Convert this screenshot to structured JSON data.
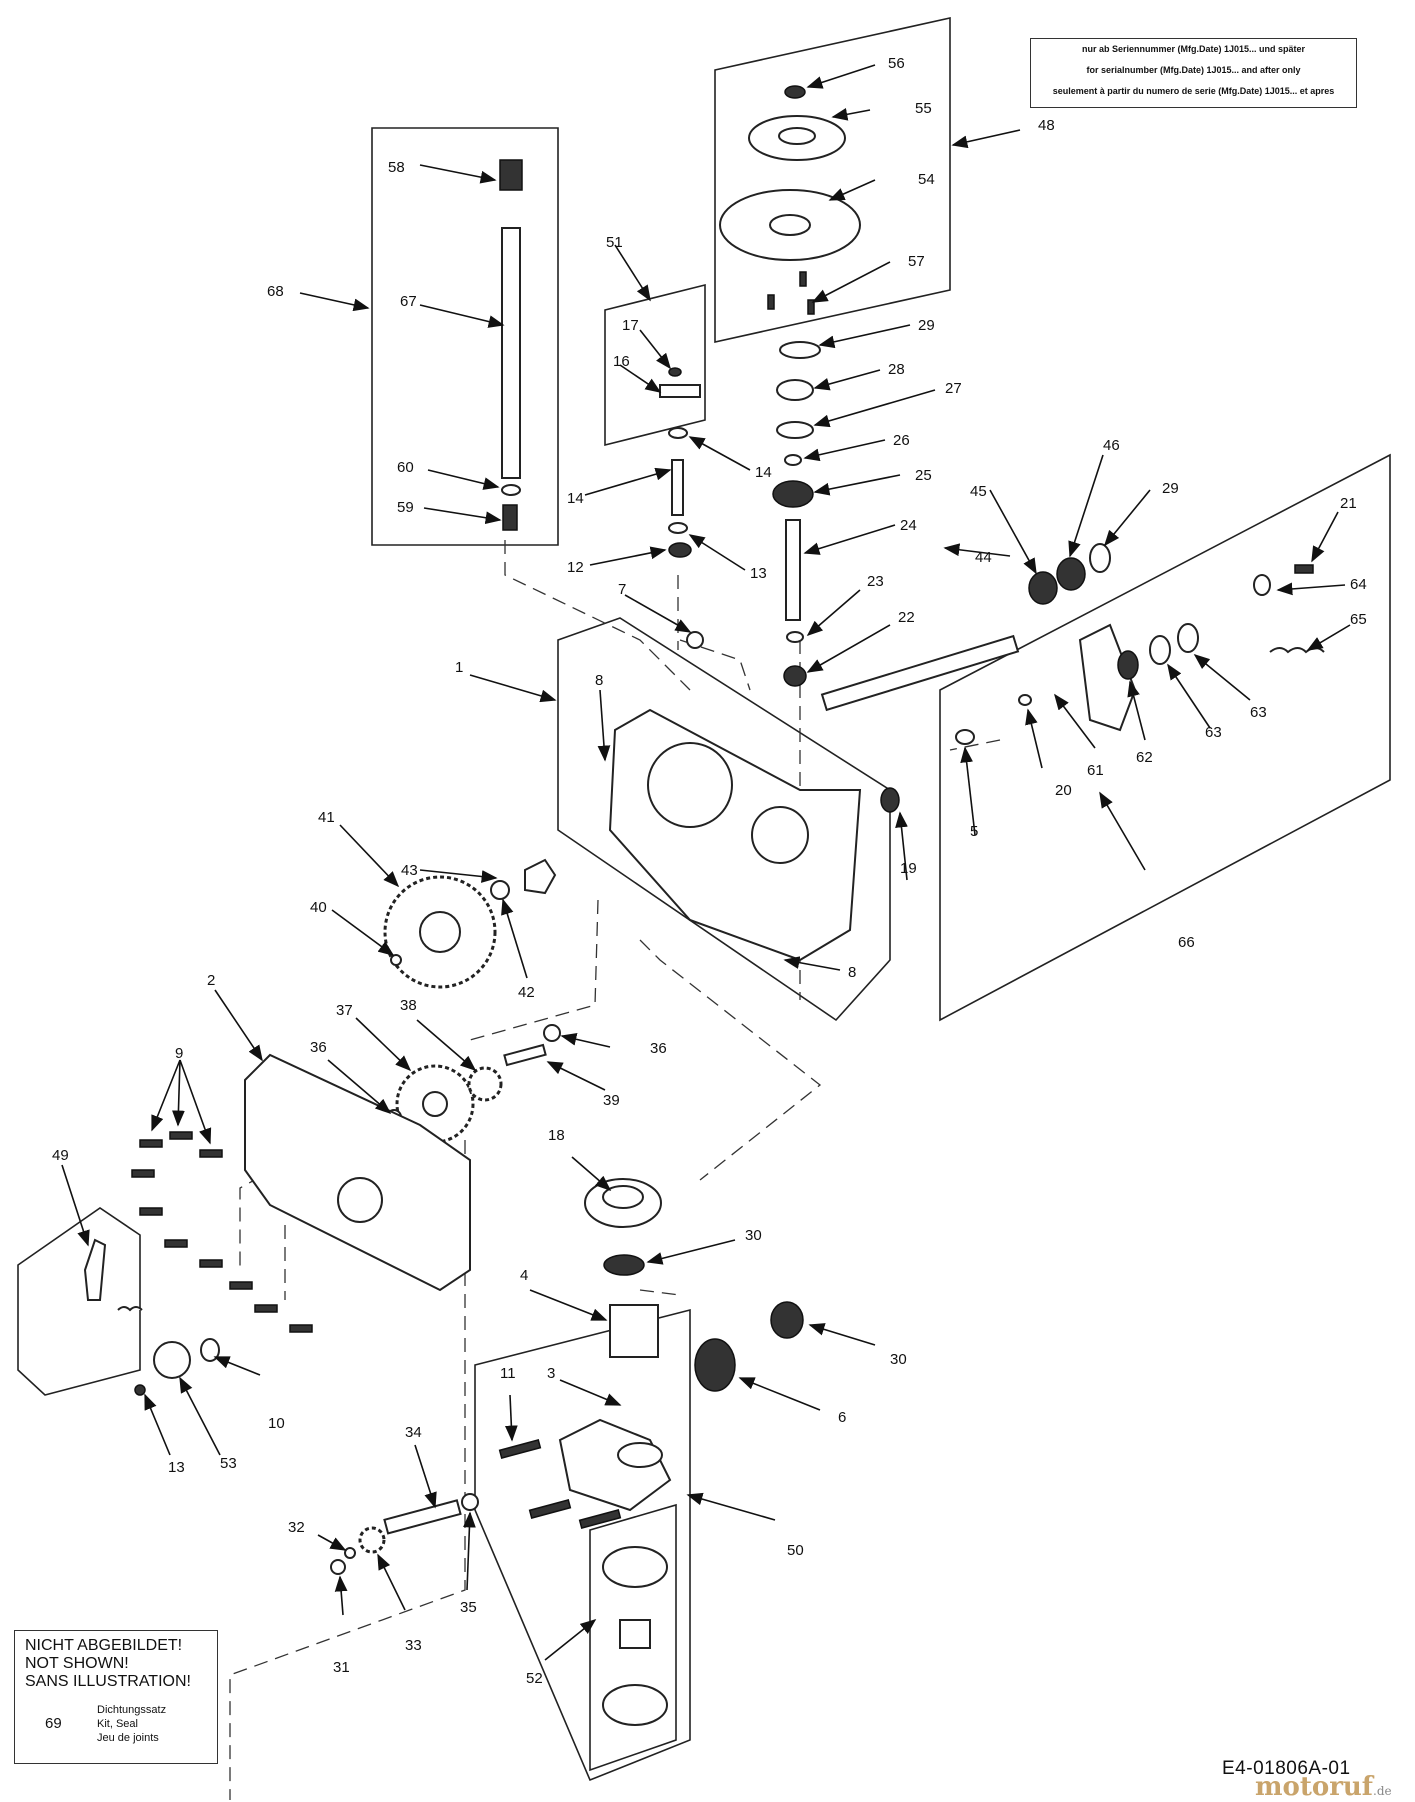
{
  "notice": {
    "line_de": "nur ab Seriennummer (Mfg.Date) 1J015... und später",
    "line_en": "for serialnumber (Mfg.Date) 1J015... and after only",
    "line_fr": "seulement à partir du numero de serie (Mfg.Date) 1J015... et apres"
  },
  "not_shown": {
    "line1": "NICHT ABGEBILDET!",
    "line2": "NOT SHOWN!",
    "line3": "SANS ILLUSTRATION!",
    "part_number": "69",
    "desc_de": "Dichtungssatz",
    "desc_en": "Kit, Seal",
    "desc_fr": "Jeu de joints"
  },
  "drawing_code": "E4-01806A-01",
  "watermark": {
    "name": "motoruf",
    "suffix": ".de"
  },
  "part_labels": {
    "p1": "1",
    "p2": "2",
    "p3": "3",
    "p4": "4",
    "p5": "5",
    "p6": "6",
    "p7": "7",
    "p8": "8",
    "p9": "9",
    "p10": "10",
    "p11": "11",
    "p12": "12",
    "p13": "13",
    "p14": "14",
    "p16": "16",
    "p17": "17",
    "p18": "18",
    "p19": "19",
    "p20": "20",
    "p21": "21",
    "p22": "22",
    "p23": "23",
    "p24": "24",
    "p25": "25",
    "p26": "26",
    "p27": "27",
    "p28": "28",
    "p29": "29",
    "p30": "30",
    "p31": "31",
    "p32": "32",
    "p33": "33",
    "p34": "34",
    "p35": "35",
    "p36": "36",
    "p37": "37",
    "p38": "38",
    "p39": "39",
    "p40": "40",
    "p41": "41",
    "p42": "42",
    "p43": "43",
    "p44": "44",
    "p45": "45",
    "p46": "46",
    "p48": "48",
    "p49": "49",
    "p50": "50",
    "p51": "51",
    "p52": "52",
    "p53": "53",
    "p54": "54",
    "p55": "55",
    "p56": "56",
    "p57": "57",
    "p58": "58",
    "p59": "59",
    "p60": "60",
    "p61": "61",
    "p62": "62",
    "p63": "63",
    "p64": "64",
    "p65": "65",
    "p66": "66",
    "p67": "67",
    "p68": "68"
  }
}
